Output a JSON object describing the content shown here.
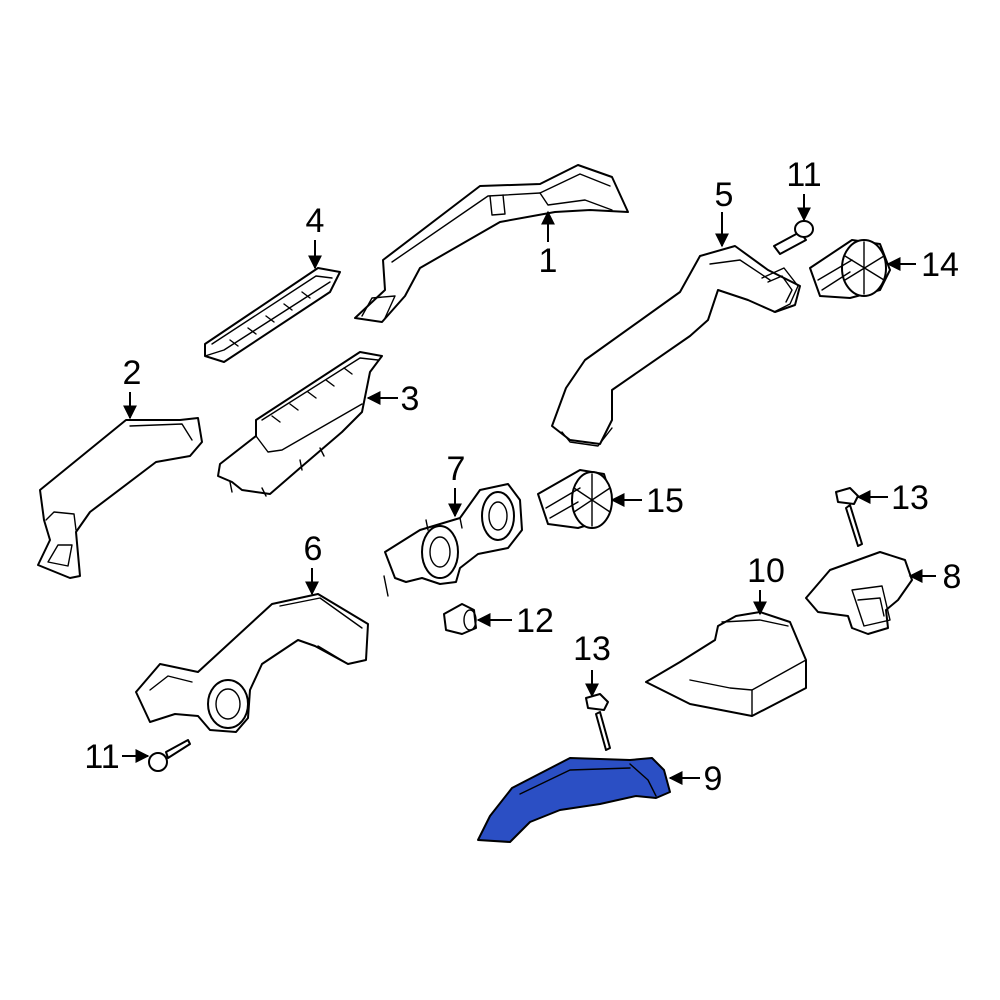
{
  "colors": {
    "line": "#000000",
    "background": "#ffffff",
    "highlight": "#2b4fc4"
  },
  "callouts": {
    "c1": "1",
    "c2": "2",
    "c3": "3",
    "c4": "4",
    "c5": "5",
    "c6": "6",
    "c7": "7",
    "c8": "8",
    "c9": "9",
    "c10": "10",
    "c11a": "11",
    "c11b": "11",
    "c12": "12",
    "c13a": "13",
    "c13b": "13",
    "c14": "14",
    "c15": "15"
  },
  "highlighted_part": "9"
}
